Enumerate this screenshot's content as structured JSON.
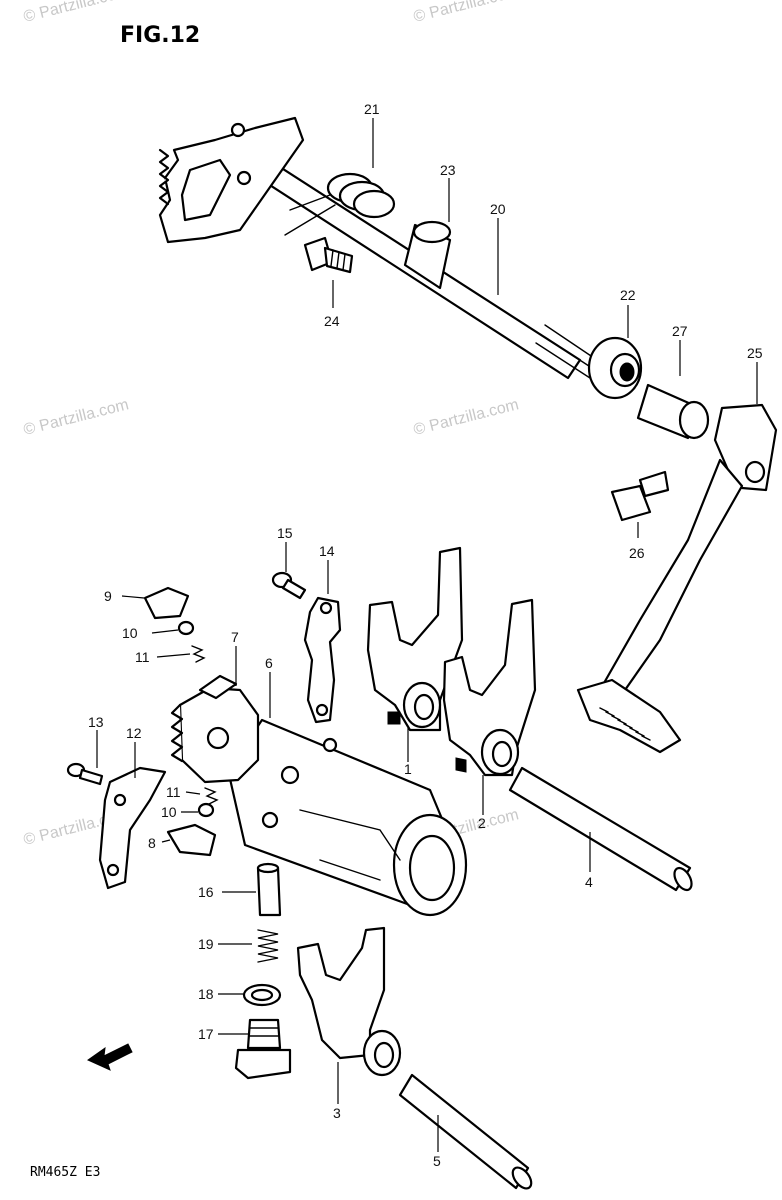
{
  "figure": {
    "title": "FIG.12",
    "code": "RM465Z E3",
    "watermark": "© Partzilla.com"
  },
  "callouts": [
    {
      "id": "c1",
      "label": "1"
    },
    {
      "id": "c2",
      "label": "2"
    },
    {
      "id": "c3",
      "label": "3"
    },
    {
      "id": "c4",
      "label": "4"
    },
    {
      "id": "c5",
      "label": "5"
    },
    {
      "id": "c6",
      "label": "6"
    },
    {
      "id": "c7",
      "label": "7"
    },
    {
      "id": "c8",
      "label": "8"
    },
    {
      "id": "c9",
      "label": "9"
    },
    {
      "id": "c10a",
      "label": "10"
    },
    {
      "id": "c10b",
      "label": "10"
    },
    {
      "id": "c11a",
      "label": "11"
    },
    {
      "id": "c11b",
      "label": "11"
    },
    {
      "id": "c12",
      "label": "12"
    },
    {
      "id": "c13",
      "label": "13"
    },
    {
      "id": "c14",
      "label": "14"
    },
    {
      "id": "c15",
      "label": "15"
    },
    {
      "id": "c16",
      "label": "16"
    },
    {
      "id": "c17",
      "label": "17"
    },
    {
      "id": "c18",
      "label": "18"
    },
    {
      "id": "c19",
      "label": "19"
    },
    {
      "id": "c20",
      "label": "20"
    },
    {
      "id": "c21",
      "label": "21"
    },
    {
      "id": "c22",
      "label": "22"
    },
    {
      "id": "c23",
      "label": "23"
    },
    {
      "id": "c24",
      "label": "24"
    },
    {
      "id": "c25",
      "label": "25"
    },
    {
      "id": "c26",
      "label": "26"
    },
    {
      "id": "c27",
      "label": "27"
    }
  ],
  "icons": {
    "direction_arrow": "front-arrow-icon"
  }
}
